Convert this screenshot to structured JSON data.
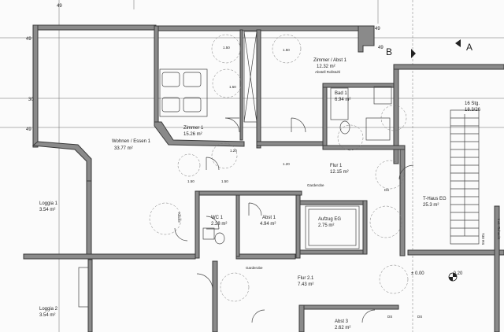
{
  "rooms": {
    "wohnen": {
      "name": "Wohnen / Essen 1",
      "area": "33.77 m²"
    },
    "zimmer1": {
      "name": "Zimmer 1",
      "area": "15.26 m²"
    },
    "zimmerAbst": {
      "name": "Zimmer / Abst 1",
      "area": "12.32 m²",
      "note": "Abstell Rollstuhl"
    },
    "bad": {
      "name": "Bad 1",
      "area": "6.94 m²"
    },
    "flur1": {
      "name": "Flur 1",
      "area": "12.15 m²",
      "note": "Garderobe"
    },
    "wc": {
      "name": "WC 1",
      "area": "2.28 m²"
    },
    "abst1": {
      "name": "Abst 1",
      "area": "4.94 m²"
    },
    "aufzug": {
      "name": "Aufzug EG",
      "area": "2.75 m²"
    },
    "loggia1": {
      "name": "Loggia 1",
      "area": "3.54 m²"
    },
    "loggia2": {
      "name": "Loggia 2",
      "area": "3.54 m²"
    },
    "flur21": {
      "name": "Flur 2.1",
      "area": "7.43 m²",
      "note": "Garderobe"
    },
    "abst3": {
      "name": "Abst 3",
      "area": "2.62 m²"
    },
    "thaus": {
      "name": "T-Haus EG",
      "area": "25.3 m²"
    },
    "stair": {
      "name": "16 Stg.",
      "note": "18.3/26"
    },
    "schacht": {
      "name": "Inst.-Schacht",
      "note": "T30 RS"
    }
  },
  "marks": {
    "axis_49": "49",
    "axis_30": "30",
    "axis_B": "B",
    "axis_A": "A",
    "level_zero": "± 0.00",
    "level_minus": "- 0.20",
    "dim_150": "1.50",
    "dim_120": "1.20",
    "ds": "DS",
    "kitchen": "Küche"
  }
}
